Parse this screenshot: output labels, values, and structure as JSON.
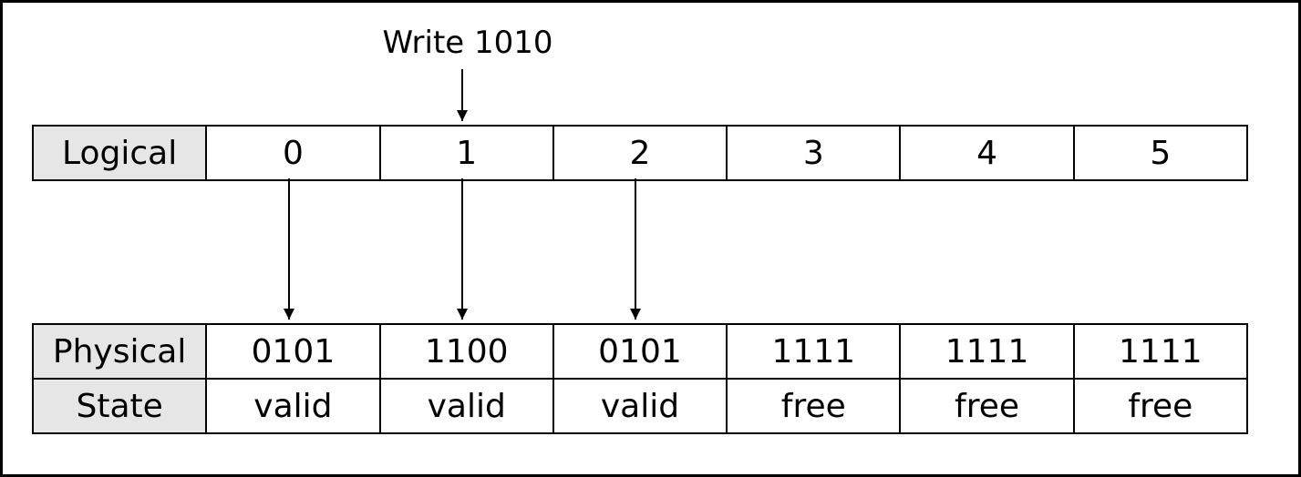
{
  "write_op": {
    "label": "Write 1010"
  },
  "logical_row": {
    "header": "Logical",
    "cells": [
      "0",
      "1",
      "2",
      "3",
      "4",
      "5"
    ]
  },
  "physical_row": {
    "header": "Physical",
    "cells": [
      "0101",
      "1100",
      "0101",
      "1111",
      "1111",
      "1111"
    ]
  },
  "state_row": {
    "header": "State",
    "cells": [
      "valid",
      "valid",
      "valid",
      "free",
      "free",
      "free"
    ]
  },
  "mappings": [
    {
      "from_logical": 0,
      "to_physical": 0
    },
    {
      "from_logical": 1,
      "to_physical": 1
    },
    {
      "from_logical": 2,
      "to_physical": 2
    }
  ],
  "write_target_logical": 1
}
